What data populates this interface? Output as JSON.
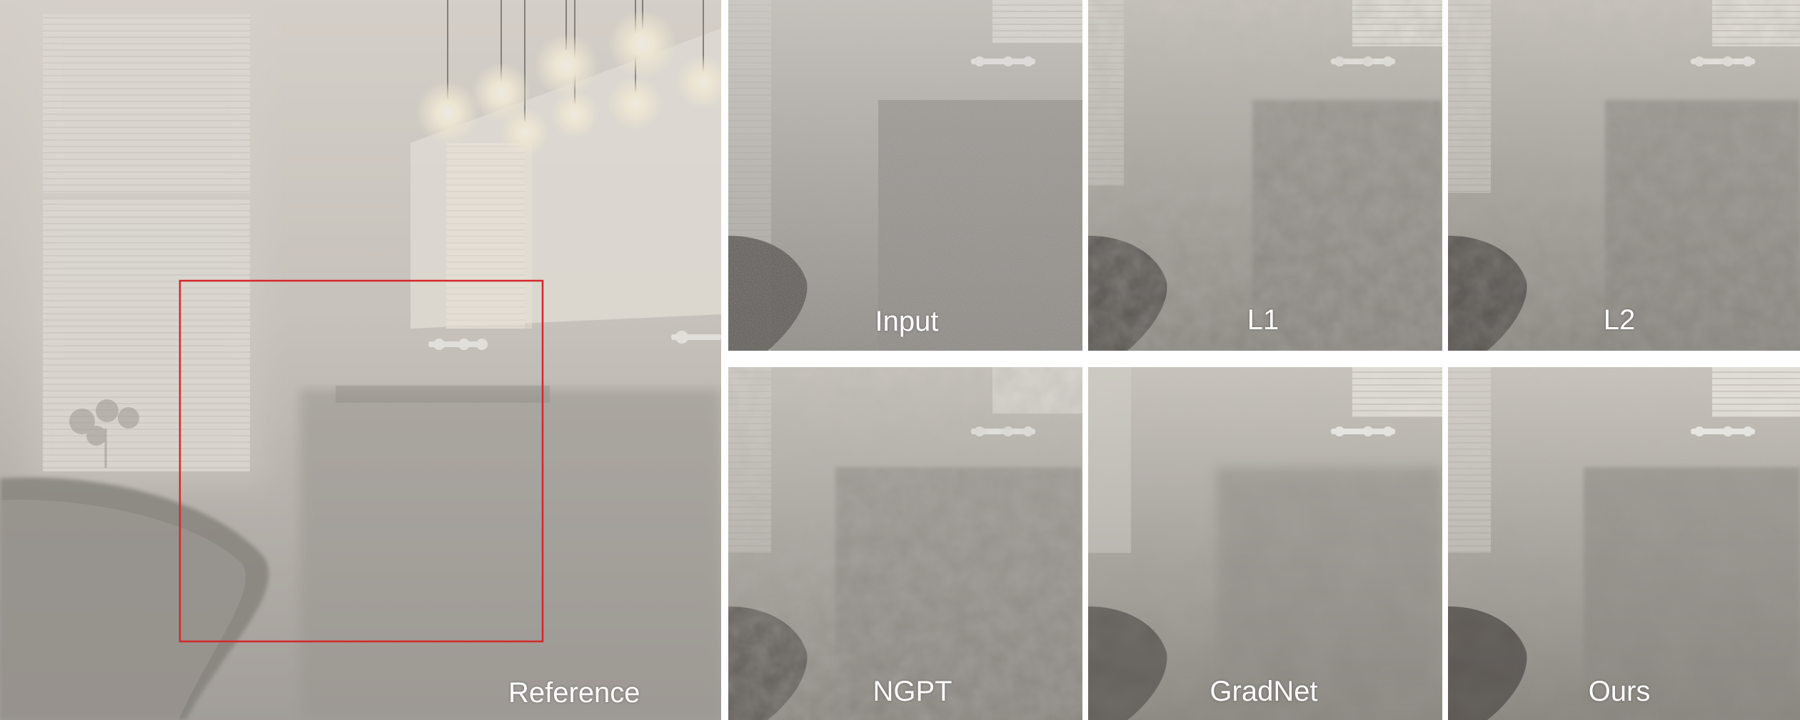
{
  "figure": {
    "reference": {
      "label": "Reference",
      "crop_box_color": "#d6262b"
    },
    "crops": [
      {
        "id": "input",
        "label": "Input"
      },
      {
        "id": "l1",
        "label": "L1"
      },
      {
        "id": "l2",
        "label": "L2"
      },
      {
        "id": "ngpt",
        "label": "NGPT"
      },
      {
        "id": "gradnet",
        "label": "GradNet"
      },
      {
        "id": "ours",
        "label": "Ours"
      }
    ]
  }
}
